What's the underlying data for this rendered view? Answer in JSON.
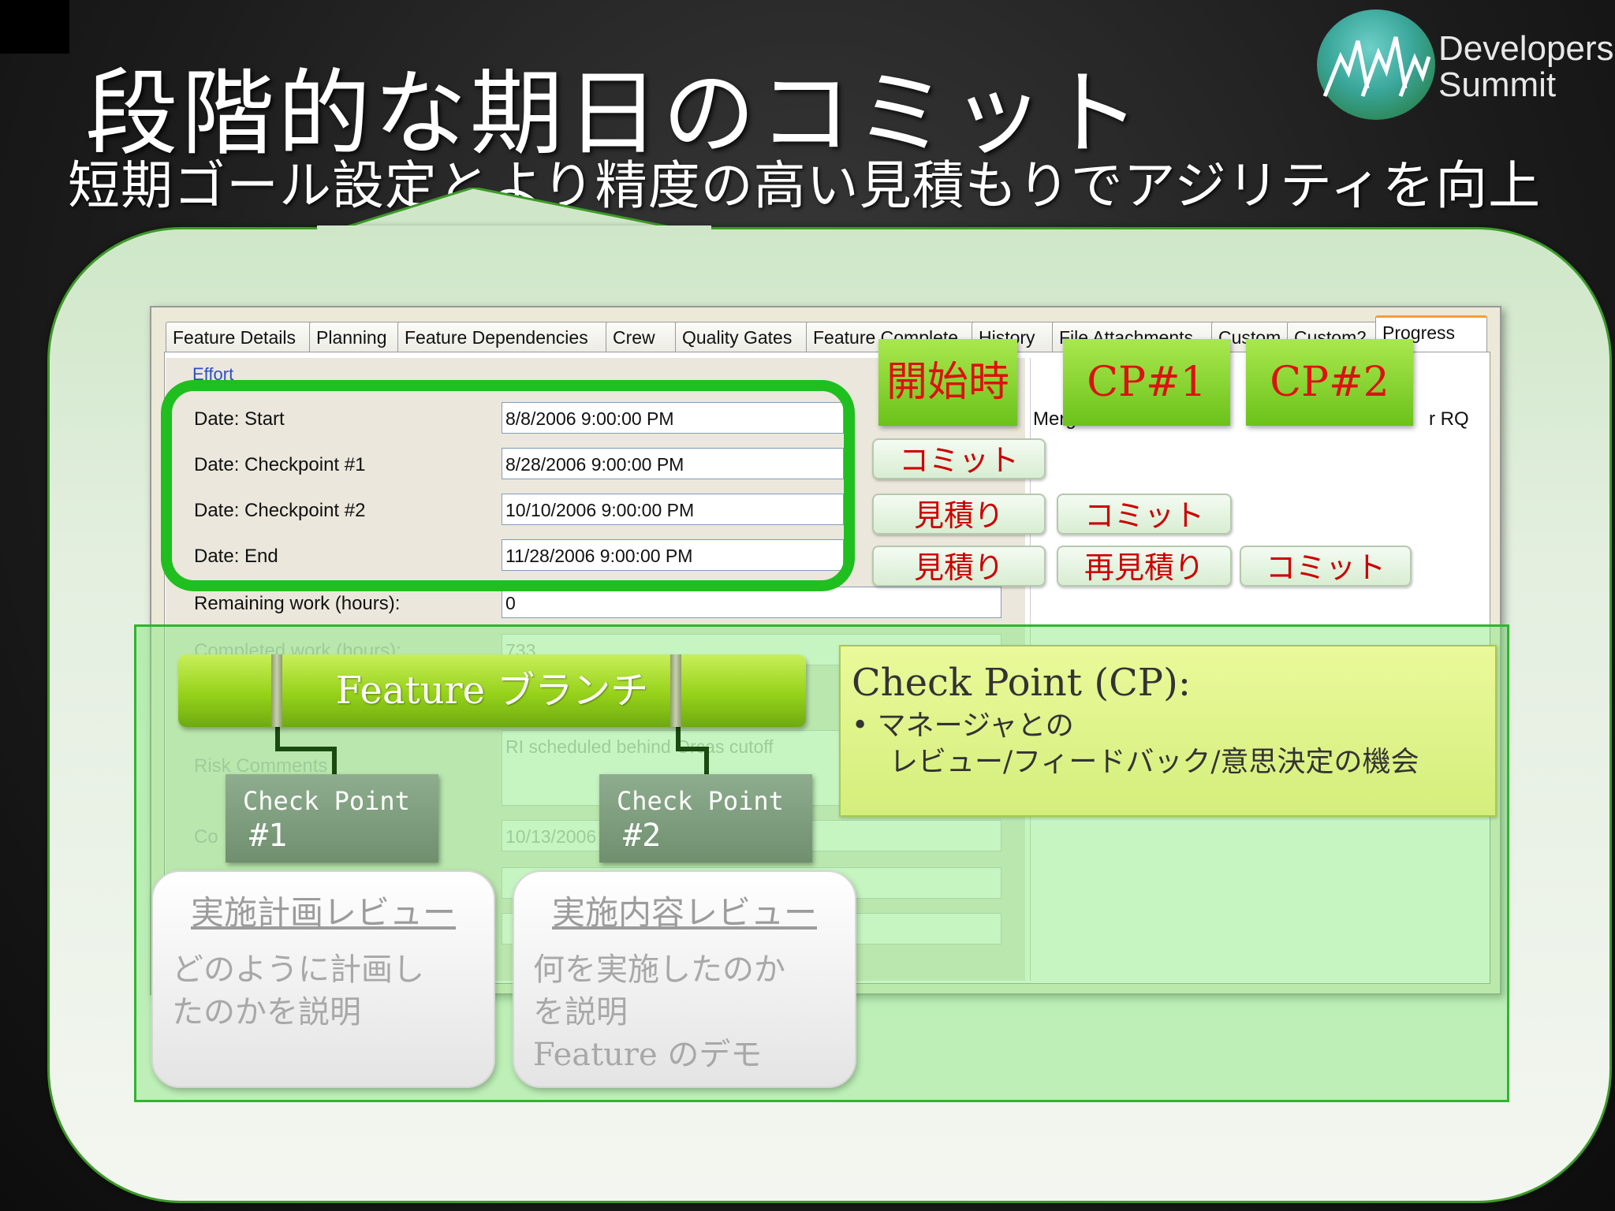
{
  "slide": {
    "title": "段階的な期日のコミット",
    "subtitle": "短期ゴール設定とより精度の高い見積もりでアジリティを向上"
  },
  "logo": {
    "line1": "Developers",
    "line2": "Summit"
  },
  "tabs": [
    {
      "label": "Feature Details"
    },
    {
      "label": "Planning"
    },
    {
      "label": "Feature Dependencies"
    },
    {
      "label": "Crew"
    },
    {
      "label": "Quality Gates"
    },
    {
      "label": "Feature Complete"
    },
    {
      "label": "History"
    },
    {
      "label": "File Attachments"
    },
    {
      "label": "Custom"
    },
    {
      "label": "Custom2"
    },
    {
      "label": "Progress"
    }
  ],
  "form": {
    "section": "Effort",
    "fields": [
      {
        "label": "Date: Start",
        "value": "8/8/2006 9:00:00 PM"
      },
      {
        "label": "Date: Checkpoint #1",
        "value": "8/28/2006 9:00:00 PM"
      },
      {
        "label": "Date: Checkpoint #2",
        "value": "10/10/2006 9:00:00 PM"
      },
      {
        "label": "Date: End",
        "value": "11/28/2006 9:00:00 PM"
      },
      {
        "label": "Remaining work (hours):",
        "value": "0"
      },
      {
        "label": "Completed work (hours):",
        "value": "733"
      }
    ],
    "risk_label": "Risk Comments",
    "risk_value": "RI scheduled behind Orcas cutoff",
    "code_label": "Co",
    "code_date": "10/13/2006",
    "right_text_1": "Merged for ",
    "right_text_2": "r RQ"
  },
  "header_buttons": [
    "開始時",
    "CP#1",
    "CP#2"
  ],
  "status_buttons": {
    "row1": [
      "コミット"
    ],
    "row2": [
      "見積り",
      "コミット"
    ],
    "row3": [
      "見積り",
      "再見積り",
      "コミット"
    ]
  },
  "branch": {
    "label": "Feature ブランチ"
  },
  "checkpoints": [
    {
      "line1": "Check Point",
      "line2": "#1"
    },
    {
      "line1": "Check Point",
      "line2": "#2"
    }
  ],
  "reviews": [
    {
      "title": "実施計画レビュー",
      "body": [
        "どのように計画し",
        "たのかを説明"
      ]
    },
    {
      "title": "実施内容レビュー",
      "body": [
        "何を実施したのか",
        "を説明",
        "Feature のデモ"
      ]
    }
  ],
  "cp_note": {
    "title": "Check Point (CP):",
    "lines": [
      "• マネージャとの",
      "レビュー/フィードバック/意思決定の機会"
    ]
  },
  "colors": {
    "accent_green": "#1fbf1f",
    "button_text_red": "#cc0000",
    "bar_green": "#96d21a"
  }
}
